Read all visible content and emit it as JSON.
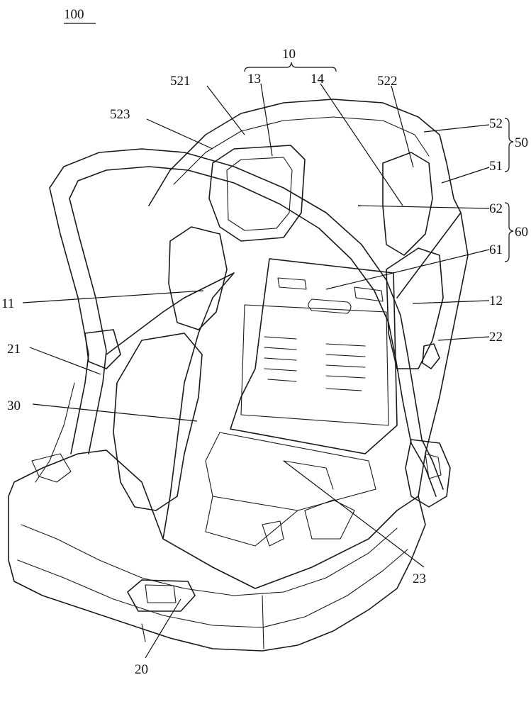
{
  "figure": {
    "figure_number": "100",
    "labels": {
      "l10": "10",
      "l13": "13",
      "l14": "14",
      "l521": "521",
      "l522": "522",
      "l523": "523",
      "l52": "52",
      "l51": "51",
      "l50": "50",
      "l62": "62",
      "l60": "60",
      "l61": "61",
      "l11": "11",
      "l12": "12",
      "l22": "22",
      "l21": "21",
      "l30": "30",
      "l23": "23",
      "l20": "20"
    }
  }
}
